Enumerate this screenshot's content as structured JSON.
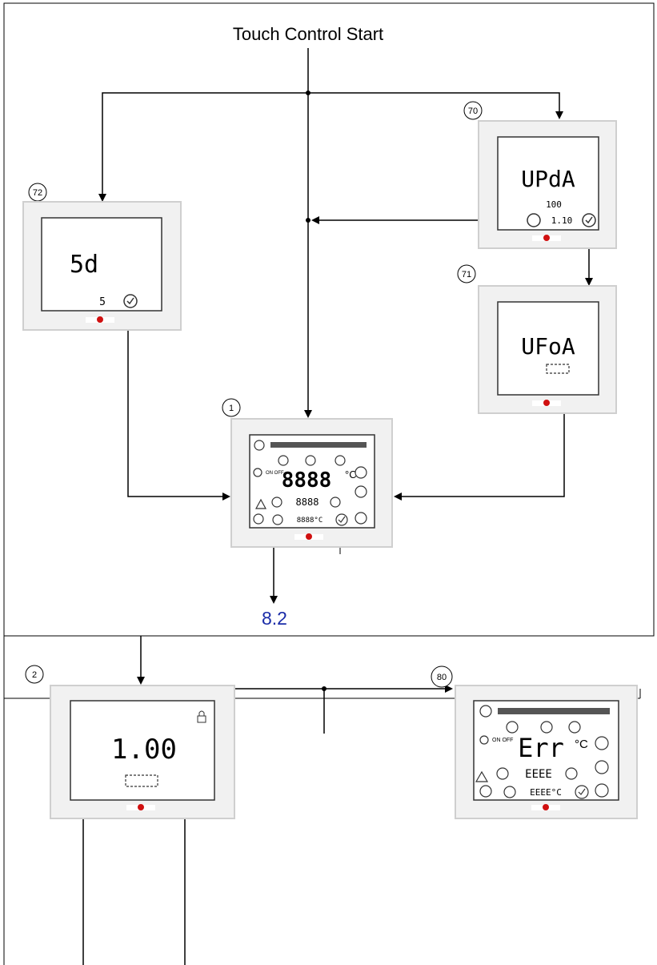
{
  "title": "Touch Control Start",
  "next_section": "8.2",
  "colors": {
    "line": "#000000",
    "frame_fill": "#f1f1f1",
    "frame_border": "#cfcfcf",
    "screen_border": "#333333",
    "link": "#1a2ca8",
    "logo_red": "#d01010"
  },
  "devices": [
    {
      "id": "72",
      "main_text": "5d",
      "sub_text": "5",
      "icons": [
        "check-icon"
      ]
    },
    {
      "id": "70",
      "main_text": "UPdA",
      "sub_text": "100",
      "footer_text": "1.10",
      "icons": [
        "return-icon",
        "check-icon"
      ]
    },
    {
      "id": "71",
      "main_text": "UFoA",
      "sub_text": "",
      "icons": [
        "dashed-box-icon"
      ]
    },
    {
      "id": "1",
      "main_text": "8888",
      "small_text": "8888",
      "bottom_text": "8888°C",
      "unit": "°C",
      "on_off": "ON OFF",
      "icons": [
        "full-segment-display"
      ]
    },
    {
      "id": "2",
      "main_text": "1.00",
      "sub_text": "",
      "icons": [
        "lock-icon",
        "dashed-box-icon"
      ]
    },
    {
      "id": "80",
      "main_text": "Err",
      "small_text": "EEEE",
      "bottom_text": "EEEE°C",
      "unit": "°C",
      "on_off": "ON OFF",
      "icons": [
        "full-segment-display"
      ]
    }
  ]
}
